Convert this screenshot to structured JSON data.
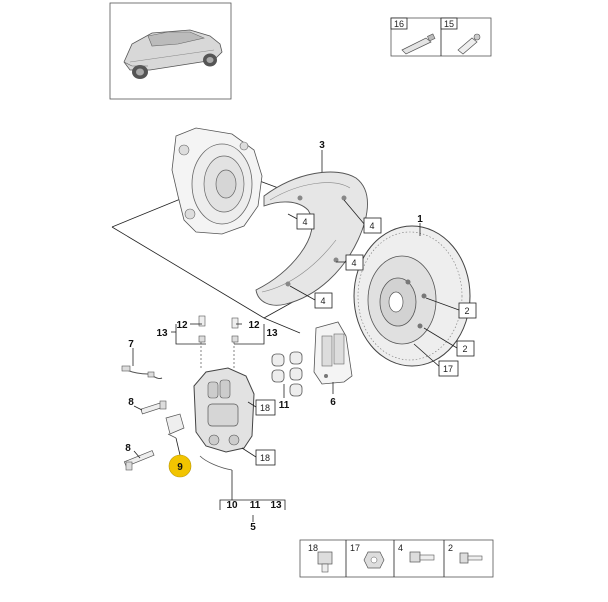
{
  "callouts": {
    "c1": "1",
    "c2a": "2",
    "c2b": "2",
    "c3": "3",
    "c4a": "4",
    "c4b": "4",
    "c4c": "4",
    "c4d": "4",
    "c5": "5",
    "c6": "6",
    "c7": "7",
    "c8a": "8",
    "c8b": "8",
    "c9": "9",
    "c10": "10",
    "c11a": "11",
    "c11b": "11",
    "c12a": "12",
    "c12b": "12",
    "c13a": "13",
    "c13b": "13",
    "c13c": "13",
    "c17": "17",
    "c18a": "18",
    "c18b": "18"
  },
  "top_legend": {
    "item_16": "16",
    "item_15": "15"
  },
  "bottom_legend": {
    "item_18": "18",
    "item_17": "17",
    "item_4": "4",
    "item_2": "2"
  },
  "colors": {
    "highlight": "#f2c400",
    "line": "#222222",
    "part_fill": "#e9e9e9"
  },
  "icons": [
    "car-thumbnail",
    "brake-disc",
    "dust-shield",
    "wheel-hub",
    "brake-caliper",
    "brake-pads",
    "bolt",
    "screw",
    "nut"
  ]
}
